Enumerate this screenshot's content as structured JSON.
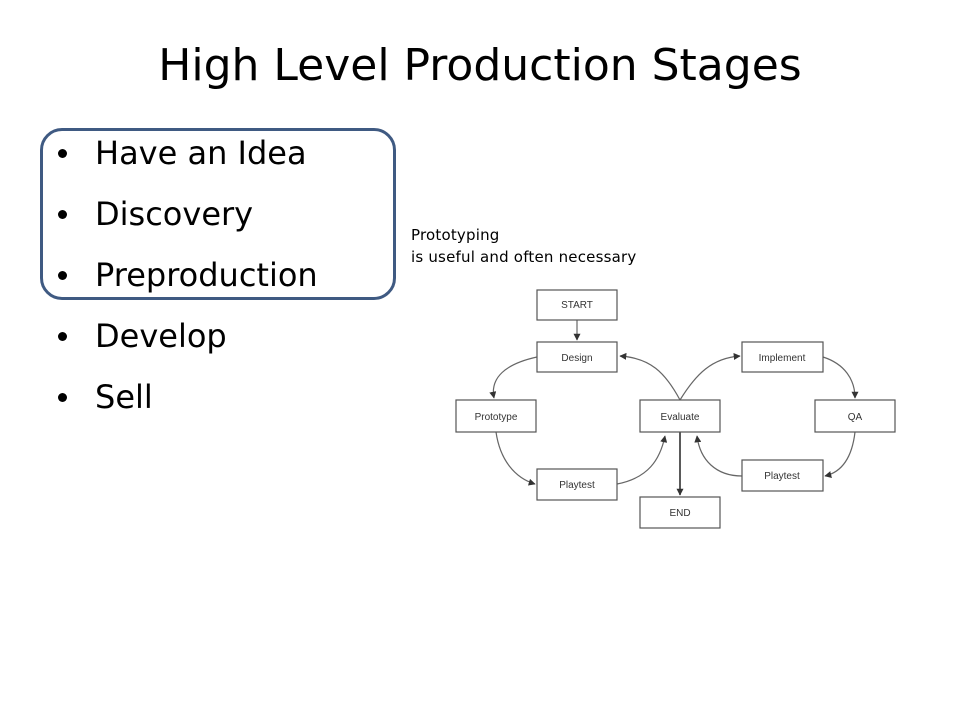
{
  "slide": {
    "title": "High Level Production Stages",
    "bullets": [
      "Have an Idea",
      "Discovery",
      "Preproduction",
      "Develop",
      "Sell"
    ],
    "note_lines": [
      "Prototyping",
      "is useful and often necessary"
    ]
  },
  "flowchart": {
    "nodes": {
      "start": "START",
      "design": "Design",
      "implement": "Implement",
      "prototype": "Prototype",
      "evaluate": "Evaluate",
      "qa": "QA",
      "playtest_left": "Playtest",
      "playtest_right": "Playtest",
      "end": "END"
    }
  },
  "colors": {
    "highlight_border": "#3f5a82"
  }
}
